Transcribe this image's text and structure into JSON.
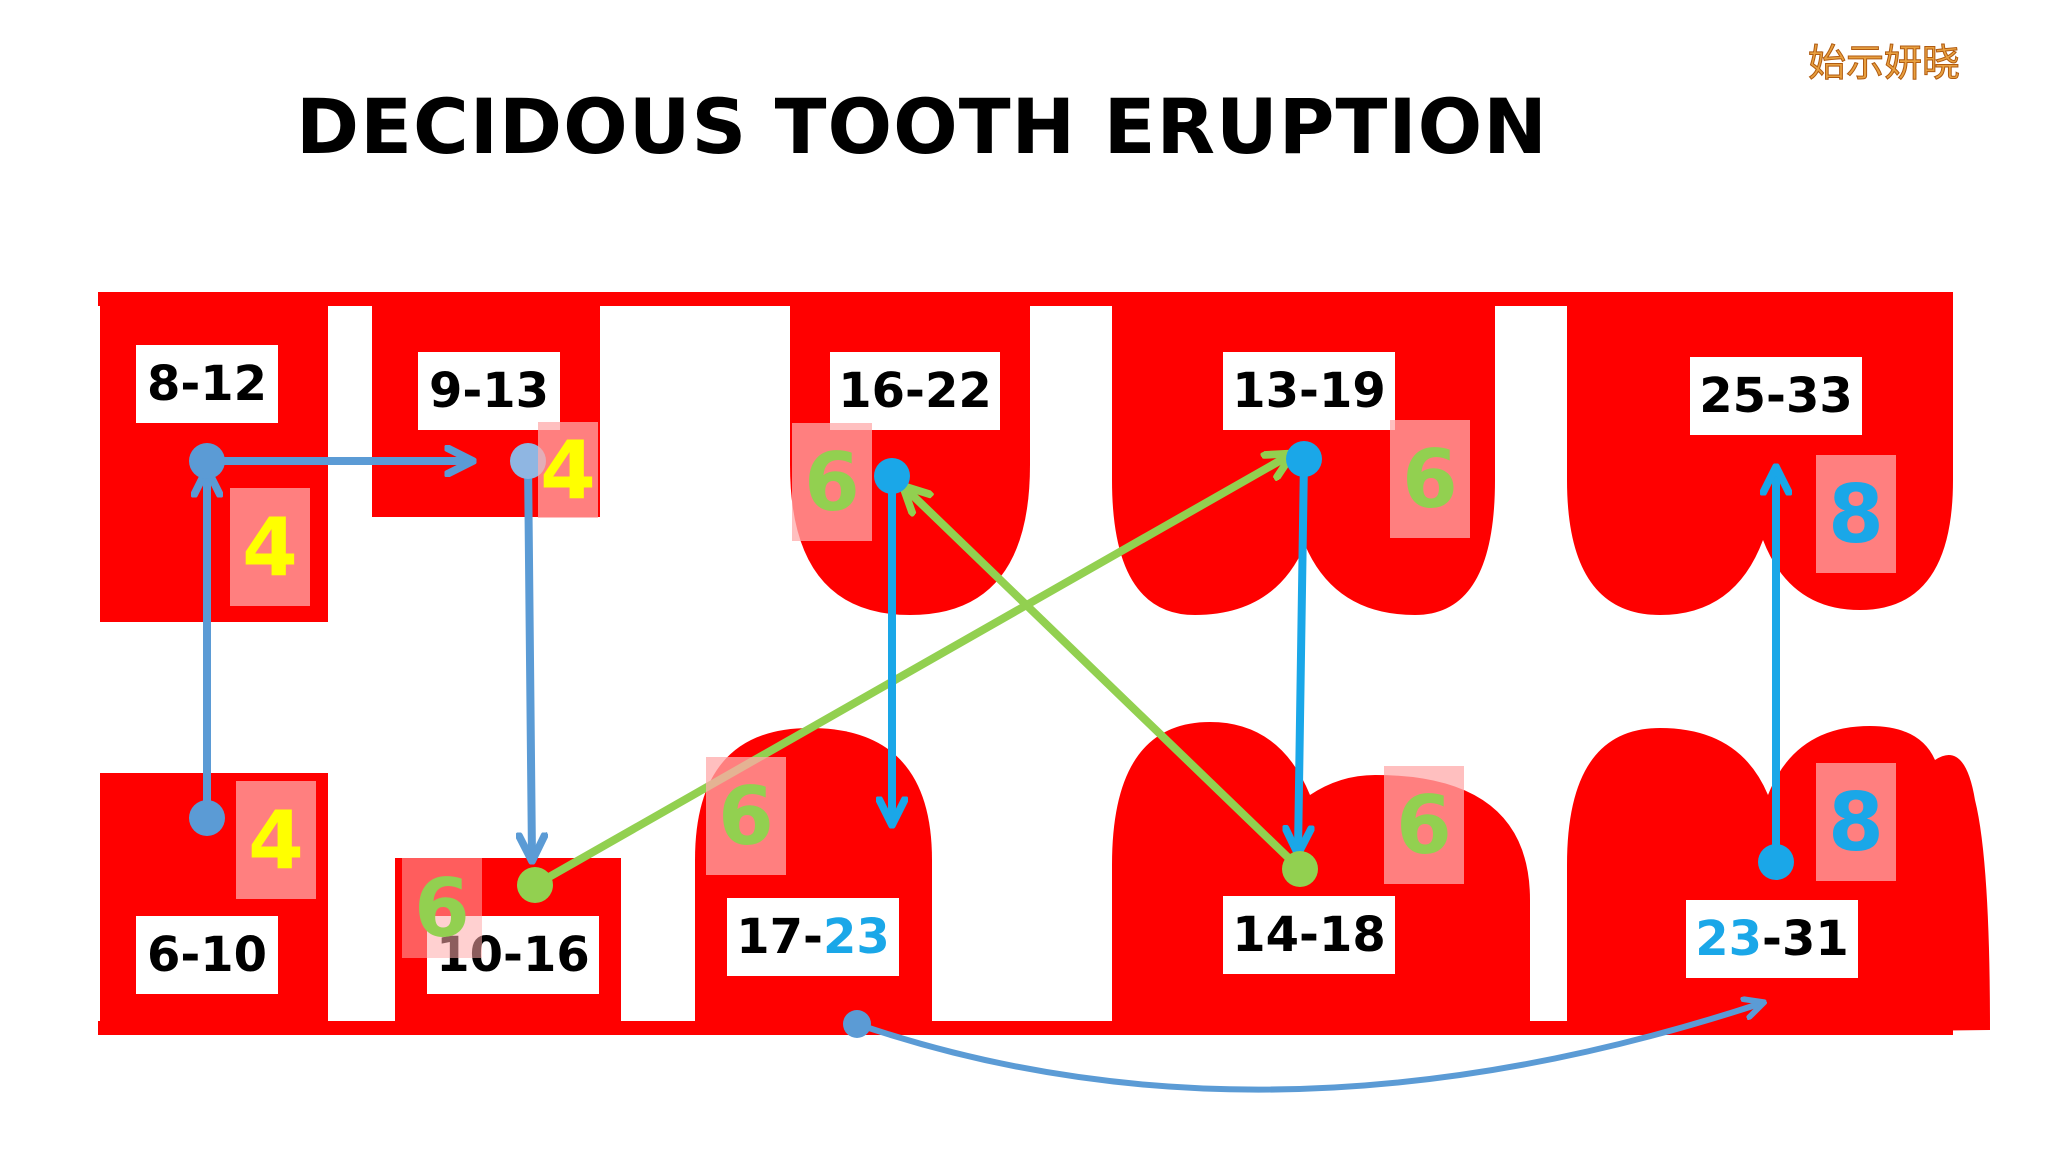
{
  "title": "DECIDOUS TOOTH ERUPTION",
  "watermark": "始示妍晓",
  "colors": {
    "gum": "#ff0000",
    "count_yellow": "#ffff00",
    "count_green": "#92d050",
    "count_blue": "#1aa7e8",
    "arrow_blue": "#5b9bd5",
    "arrow_cyan": "#1aa7e8",
    "arrow_green": "#92d050"
  },
  "upper_teeth": [
    {
      "id": "upper-central-incisor",
      "age": "8-12",
      "count": "4",
      "count_color": "yellow"
    },
    {
      "id": "upper-lateral-incisor",
      "age": "9-13",
      "count": "4",
      "count_color": "yellow"
    },
    {
      "id": "upper-canine",
      "age": "16-22",
      "count": "6",
      "count_color": "green"
    },
    {
      "id": "upper-first-molar",
      "age": "13-19",
      "count": "6",
      "count_color": "green"
    },
    {
      "id": "upper-second-molar",
      "age": "25-33",
      "count": "8",
      "count_color": "blue"
    }
  ],
  "lower_teeth": [
    {
      "id": "lower-central-incisor",
      "age": "6-10",
      "count": "4",
      "count_color": "yellow"
    },
    {
      "id": "lower-lateral-incisor",
      "age": "10-16",
      "count": "6",
      "count_color": "green"
    },
    {
      "id": "lower-canine",
      "age_prefix": "17-",
      "age_highlight": "23",
      "count": "6",
      "count_color": "green"
    },
    {
      "id": "lower-first-molar",
      "age": "14-18",
      "count": "6",
      "count_color": "green"
    },
    {
      "id": "lower-second-molar",
      "age_highlight": "23",
      "age_suffix": "-31",
      "count": "8",
      "count_color": "blue"
    }
  ],
  "eruption_sequence": [
    "lower-central-incisor",
    "upper-central-incisor",
    "upper-lateral-incisor",
    "lower-lateral-incisor",
    "upper-first-molar",
    "lower-first-molar",
    "upper-canine",
    "lower-canine",
    "lower-second-molar",
    "upper-second-molar"
  ]
}
